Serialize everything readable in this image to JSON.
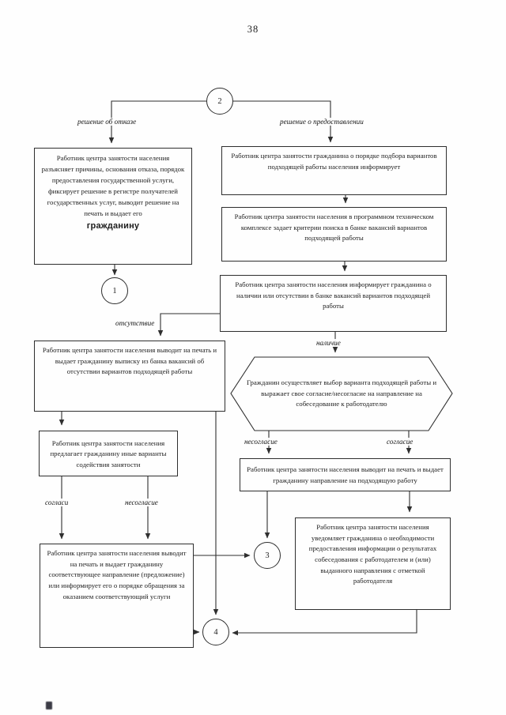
{
  "page": {
    "number": "38"
  },
  "colors": {
    "line": "#2f2f2f",
    "text": "#1c1c1c",
    "background": "#fefefe"
  },
  "circles": {
    "c1": "1",
    "c2": "2",
    "c3": "3",
    "c4": "4"
  },
  "branch_labels": {
    "refusal": "решение об отказе",
    "provision": "решение о предоставлении",
    "absence": "отсутствие",
    "presence": "наличие",
    "agree_small": "согласи",
    "disagree_small": "несогласие",
    "disagree": "несогласие",
    "agree": "согласие"
  },
  "boxes": {
    "refusal_explain": {
      "text": "Работник центра занятости населения разъясняет причины, основания отказа, порядок предоставления государственной услуги, фиксирует решение в регистре получателей государственных услуг, выводит решение на печать и выдает его",
      "emphasis": "гражданину"
    },
    "inform_order": "Работник центра занятости гражданина о порядке подбора вариантов подходящей работы населения информирует",
    "search_criteria": "Работник центра занятости населения в программном техническом комплексе задает критерии поиска в банке вакансий вариантов подходящей работы",
    "inform_availability": "Работник центра занятости населения информирует гражданина о наличии или отсутствии в банке вакансий вариантов подходящей работы",
    "print_extract": "Работник центра занятости населения выводит на печать и выдает гражданину выписку из банка вакансий об отсутствии вариантов подходящей работы",
    "other_options": "Работник центра занятости населения предлагает гражданину иные варианты содействия занятости",
    "issue_direction_or_inform": "Работник центра занятости населения выводит на печать и выдает гражданину соответствующее направление (предложение) или информирует его о порядке обращения за оказанием соответствующий услуги",
    "citizen_choice": "Гражданин осуществляет выбор варианта подходящей работы и выражает свое согласие/несогласие на направление на собеседование к работодателю",
    "print_direction": "Работник центра занятости населения выводит на печать и выдает гражданину направление на подходящую работу",
    "notify_results": "Работник центра занятости населения уведомляет гражданина о необходимости предоставления информации о результатах собеседования с работодателем и (или) выданного направления с отметкой работодателя"
  }
}
